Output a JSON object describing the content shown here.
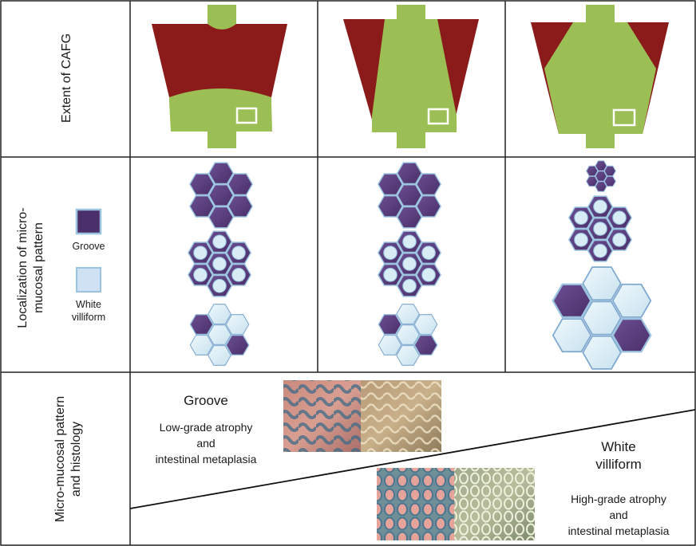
{
  "rows": {
    "extent_label": "Extent of CAFG",
    "localization_label_line1": "Localization of micro-",
    "localization_label_line2": "mucosal pattern",
    "pattern_label_line1": "Micro-mucosal pattern",
    "pattern_label_line2": "and histology"
  },
  "legend": {
    "groove_label": "Groove",
    "white_label_line1": "White",
    "white_label_line2": "villiform"
  },
  "bottom": {
    "groove": {
      "title": "Groove",
      "desc_line1": "Low-grade atrophy",
      "desc_line2": "and",
      "desc_line3": "intestinal metaplasia"
    },
    "white": {
      "title_line1": "White",
      "title_line2": "villiform",
      "desc_line1": "High-grade atrophy",
      "desc_line2": "and",
      "desc_line3": "intestinal metaplasia"
    }
  },
  "colors": {
    "atrophy_red": "#8b1a1a",
    "mucosa_green": "#9bbf55",
    "groove_purple": "#5a3f7e",
    "white_villi": "#d7ecf4",
    "hex_border": "#7fa8cf"
  }
}
